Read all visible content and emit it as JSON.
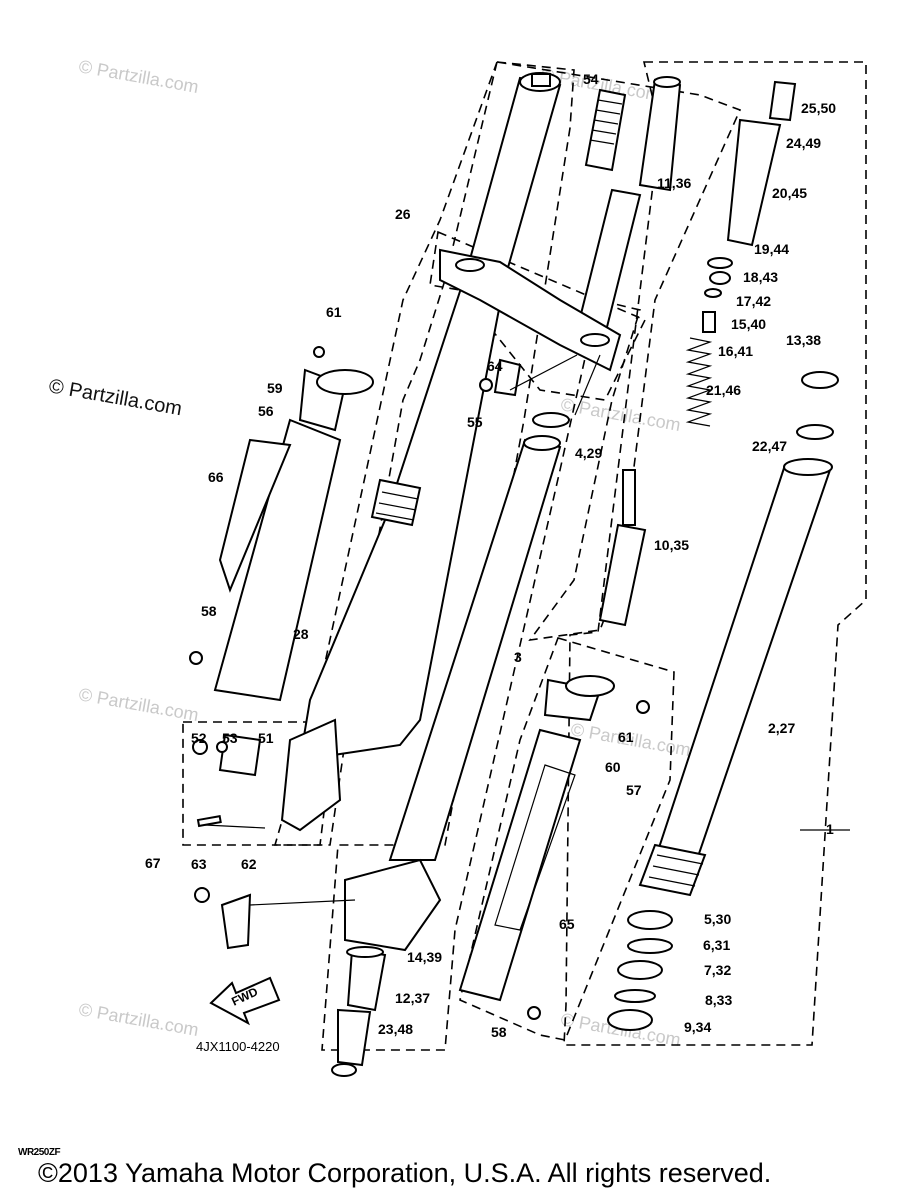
{
  "watermarks": [
    "© Partzilla.com",
    "© Partzilla.com",
    "© Partzilla.com",
    "© Partzilla.com",
    "© Partzilla.com",
    "© Partzilla.com",
    "© Partzilla.com",
    "© Partzilla.com"
  ],
  "callouts": {
    "c1": "1",
    "c2_27": "2,27",
    "c3": "3",
    "c4_29": "4,29",
    "c5_30": "5,30",
    "c6_31": "6,31",
    "c7_32": "7,32",
    "c8_33": "8,33",
    "c9_34": "9,34",
    "c10_35": "10,35",
    "c11_36": "11,36",
    "c12_37": "12,37",
    "c13_38": "13,38",
    "c14_39": "14,39",
    "c15_40": "15,40",
    "c16_41": "16,41",
    "c17_42": "17,42",
    "c18_43": "18,43",
    "c19_44": "19,44",
    "c20_45": "20,45",
    "c21_46": "21,46",
    "c22_47": "22,47",
    "c23_48": "23,48",
    "c24_49": "24,49",
    "c25_50": "25,50",
    "c26": "26",
    "c28": "28",
    "c51": "51",
    "c52": "52",
    "c53": "53",
    "c54": "54",
    "c55": "55",
    "c56": "56",
    "c57": "57",
    "c58a": "58",
    "c58b": "58",
    "c59": "59",
    "c60": "60",
    "c61a": "61",
    "c61b": "61",
    "c62": "62",
    "c63": "63",
    "c64": "64",
    "c65": "65",
    "c66": "66",
    "c67": "67"
  },
  "fwd_label": "FWD",
  "diagram_code": "4JX1100-4220",
  "model_code": "WR250ZF",
  "copyright": "©2013 Yamaha Motor Corporation, U.S.A. All rights reserved."
}
